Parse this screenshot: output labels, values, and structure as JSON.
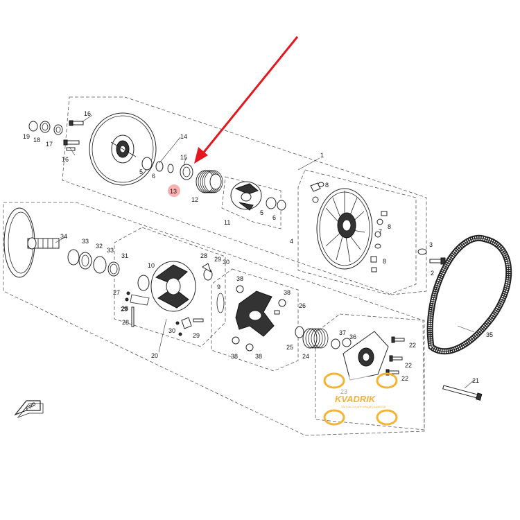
{
  "callouts": {
    "c1": "1",
    "c2": "2",
    "c3": "3",
    "c4": "4",
    "c5a": "5",
    "c5b": "5",
    "c6a": "6",
    "c6b": "6",
    "c7": "7",
    "c8a": "8",
    "c8b": "8",
    "c8c": "8",
    "c9": "9",
    "c10": "10",
    "c11": "11",
    "c12": "12",
    "c13": "13",
    "c14": "14",
    "c15": "15",
    "c16a": "16",
    "c16b": "16",
    "c17": "17",
    "c18": "18",
    "c19": "19",
    "c20": "20",
    "c21": "21",
    "c22a": "22",
    "c22b": "22",
    "c22c": "22",
    "c23": "23",
    "c24": "24",
    "c25": "25",
    "c26": "26",
    "c27": "27",
    "c28a": "28",
    "c28b": "28",
    "c28c": "28",
    "c29a": "29",
    "c29b": "29",
    "c29c": "29",
    "c30a": "30",
    "c30b": "30",
    "c31": "31",
    "c32": "32",
    "c33": "33",
    "c34": "34",
    "c35": "35",
    "c36": "36",
    "c37": "37",
    "c38a": "38",
    "c38b": "38",
    "c38c": "38",
    "c38d": "38"
  },
  "fwd_label": "FWD",
  "watermark": {
    "name": "KVADRIK",
    "tagline": "ЗАПЧАСТИ ДЛЯ КВАДРОЦИКЛОВ"
  },
  "colors": {
    "arrow": "#e4161e",
    "highlight": "#f7a3a3",
    "watermark": "#f4b332",
    "line": "#222222"
  }
}
